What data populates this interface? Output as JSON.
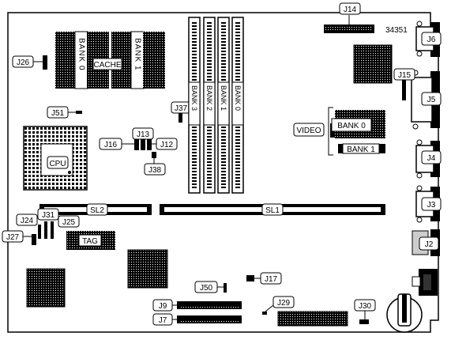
{
  "diagram_id": "34351",
  "jumpers": {
    "j14": "J14",
    "j6": "J6",
    "j26": "J26",
    "j15": "J15",
    "j5": "J5",
    "j51": "J51",
    "j37": "J37",
    "j13": "J13",
    "j16": "J16",
    "j12": "J12",
    "j38": "J38",
    "j4": "J4",
    "j3": "J3",
    "j24": "J24",
    "j31": "J31",
    "j25": "J25",
    "j27": "J27",
    "j2": "J2",
    "j50": "J50",
    "j17": "J17",
    "j9": "J9",
    "j29": "J29",
    "j7": "J7",
    "j30": "J30"
  },
  "components": {
    "cache": "CACHE",
    "cpu": "CPU",
    "tag": "TAG",
    "video": "VIDEO",
    "sl1": "SL1",
    "sl2": "SL2"
  },
  "cache_banks": [
    "BANK 0",
    "BANK 1"
  ],
  "simm_banks": [
    "BANK 3",
    "BANK 2",
    "BANK 1",
    "BANK 0"
  ],
  "video_banks": [
    "BANK 0",
    "BANK 1"
  ]
}
